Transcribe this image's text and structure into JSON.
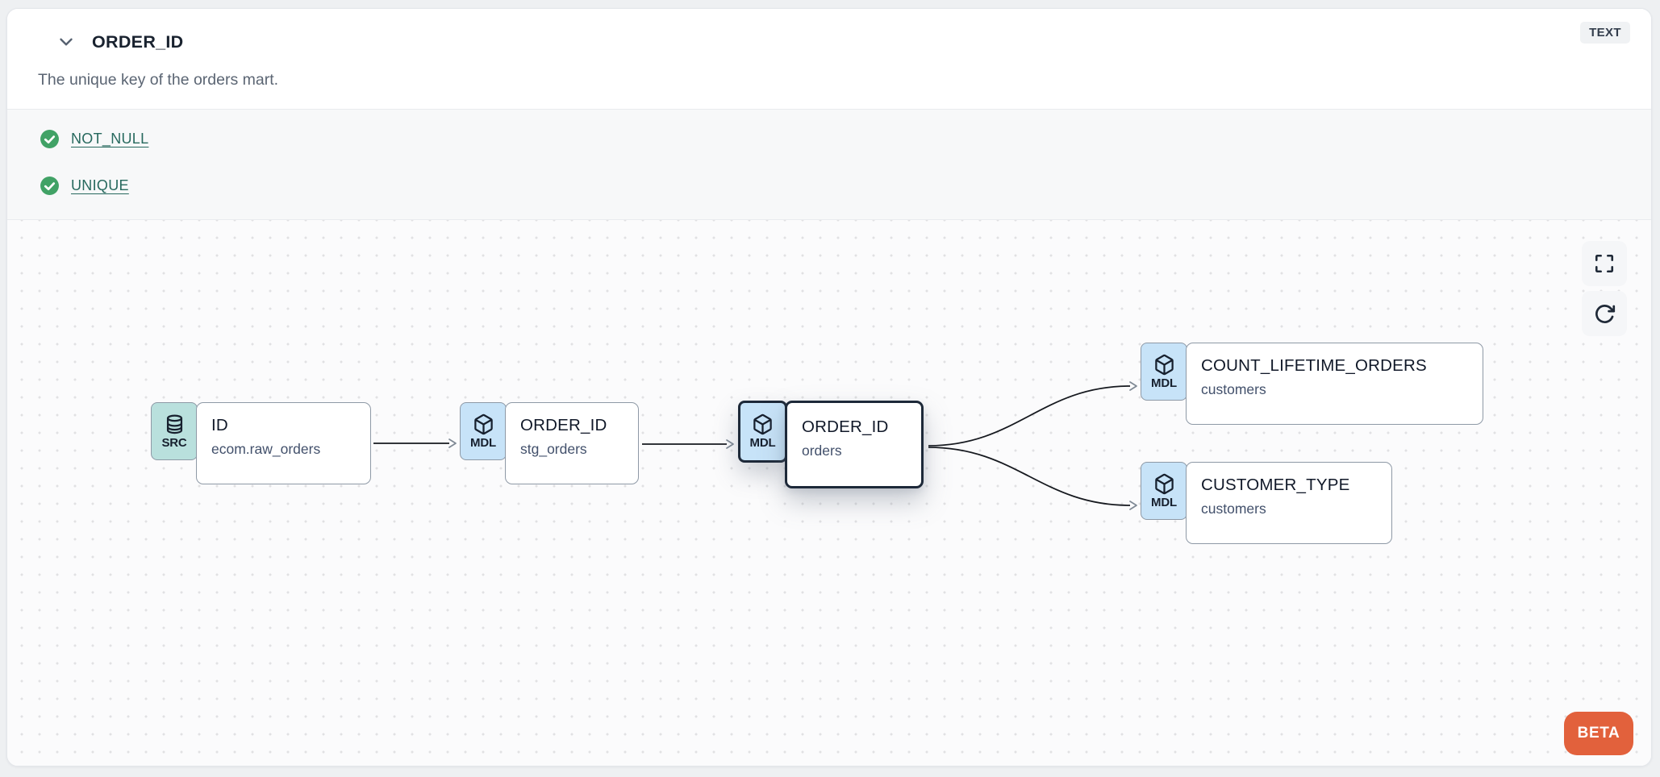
{
  "panel": {
    "title": "ORDER_ID",
    "type_badge": "TEXT",
    "description": "The unique key of the orders mart.",
    "tests": [
      {
        "name": "NOT_NULL",
        "status": "pass"
      },
      {
        "name": "UNIQUE",
        "status": "pass"
      }
    ]
  },
  "lineage": {
    "beta_label": "BETA",
    "nodes": [
      {
        "badge": "SRC",
        "icon": "database-icon",
        "title": "ID",
        "subtitle": "ecom.raw_orders",
        "selected": false
      },
      {
        "badge": "MDL",
        "icon": "cube-icon",
        "title": "ORDER_ID",
        "subtitle": "stg_orders",
        "selected": false
      },
      {
        "badge": "MDL",
        "icon": "cube-icon",
        "title": "ORDER_ID",
        "subtitle": "orders",
        "selected": true
      },
      {
        "badge": "MDL",
        "icon": "cube-icon",
        "title": "COUNT_LIFETIME_ORDERS",
        "subtitle": "customers",
        "selected": false
      },
      {
        "badge": "MDL",
        "icon": "cube-icon",
        "title": "CUSTOMER_TYPE",
        "subtitle": "customers",
        "selected": false
      }
    ],
    "edges": [
      {
        "from": "ID (ecom.raw_orders)",
        "to": "ORDER_ID (stg_orders)"
      },
      {
        "from": "ORDER_ID (stg_orders)",
        "to": "ORDER_ID (orders)"
      },
      {
        "from": "ORDER_ID (orders)",
        "to": "COUNT_LIFETIME_ORDERS (customers)"
      },
      {
        "from": "ORDER_ID (orders)",
        "to": "CUSTOMER_TYPE (customers)"
      }
    ],
    "controls": [
      {
        "name": "fullscreen",
        "icon": "maximize-icon"
      },
      {
        "name": "refresh",
        "icon": "refresh-icon"
      }
    ]
  },
  "colors": {
    "source_badge_teal": "#b9e0dd",
    "model_badge_blue": "#c7e3f8",
    "selected_border": "#1d2939",
    "test_pass_green": "#41a266",
    "test_link_teal": "#27695e",
    "beta_orange": "#e2613c"
  }
}
